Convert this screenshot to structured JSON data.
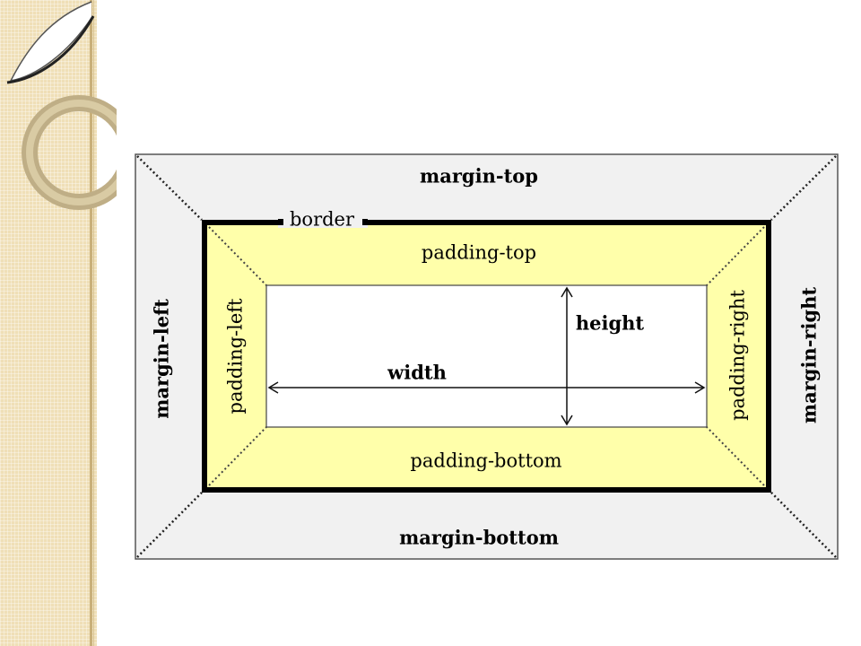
{
  "diagram": {
    "margin_top": "margin-top",
    "margin_bottom": "margin-bottom",
    "margin_left": "margin-left",
    "margin_right": "margin-right",
    "border": "border",
    "padding_top": "padding-top",
    "padding_bottom": "padding-bottom",
    "padding_left": "padding-left",
    "padding_right": "padding-right",
    "width": "width",
    "height": "height"
  },
  "colors": {
    "margin_fill": "#f1f1f1",
    "padding_fill": "#ffffaa",
    "content_fill": "#ffffff",
    "border": "#000000",
    "strip": "#efdfb7"
  }
}
